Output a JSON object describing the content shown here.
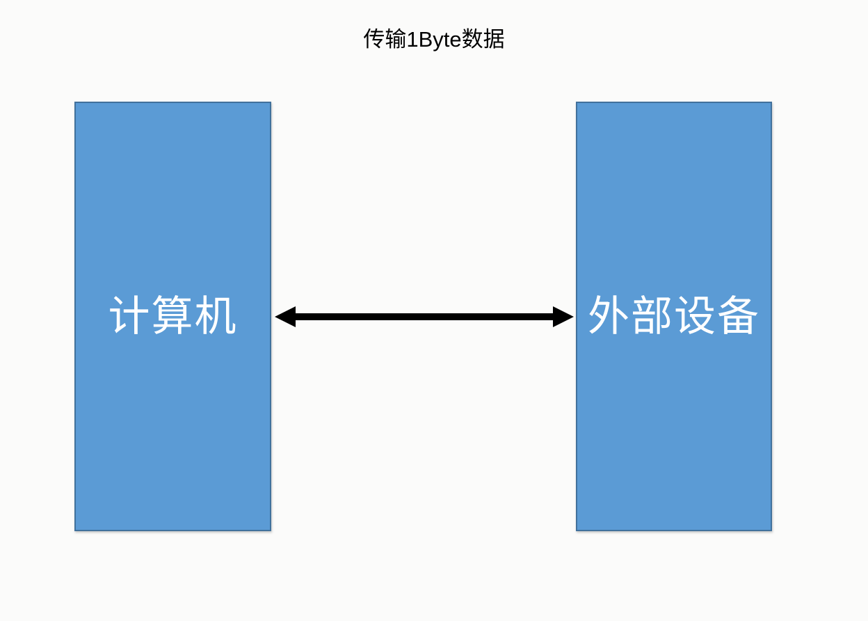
{
  "title": "传输1Byte数据",
  "boxes": [
    {
      "label": "计算机"
    },
    {
      "label": "外部设备"
    }
  ],
  "arrow": {
    "name": "double-headed-arrow",
    "orientation": "horizontal"
  },
  "colors": {
    "background": "#FBFBFA",
    "box_fill": "#5B9BD5",
    "box_border": "#41719C",
    "box_text": "#FFFFFF",
    "title_text": "#000000",
    "arrow": "#000000"
  }
}
